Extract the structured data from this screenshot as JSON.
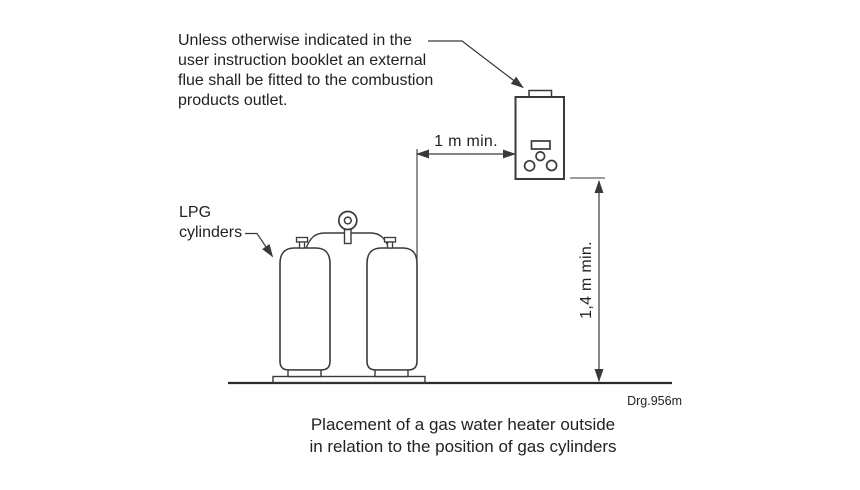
{
  "diagram": {
    "annotation_note": {
      "lines": [
        "Unless otherwise indicated in the",
        "user instruction booklet an external",
        "flue shall be fitted to the combustion",
        "products outlet."
      ]
    },
    "lpg_label": {
      "lines": [
        "LPG",
        "cylinders"
      ]
    },
    "dimensions": {
      "horizontal": "1 m min.",
      "vertical": "1,4 m min."
    },
    "drawing_number": "Drg.956m",
    "caption": {
      "lines": [
        "Placement of a gas water heater outside",
        "in relation to the position of gas cylinders"
      ]
    },
    "colors": {
      "line": "#3a3a3a",
      "ground_line": "#2b2b2b",
      "text": "#222222",
      "background": "#ffffff"
    }
  }
}
